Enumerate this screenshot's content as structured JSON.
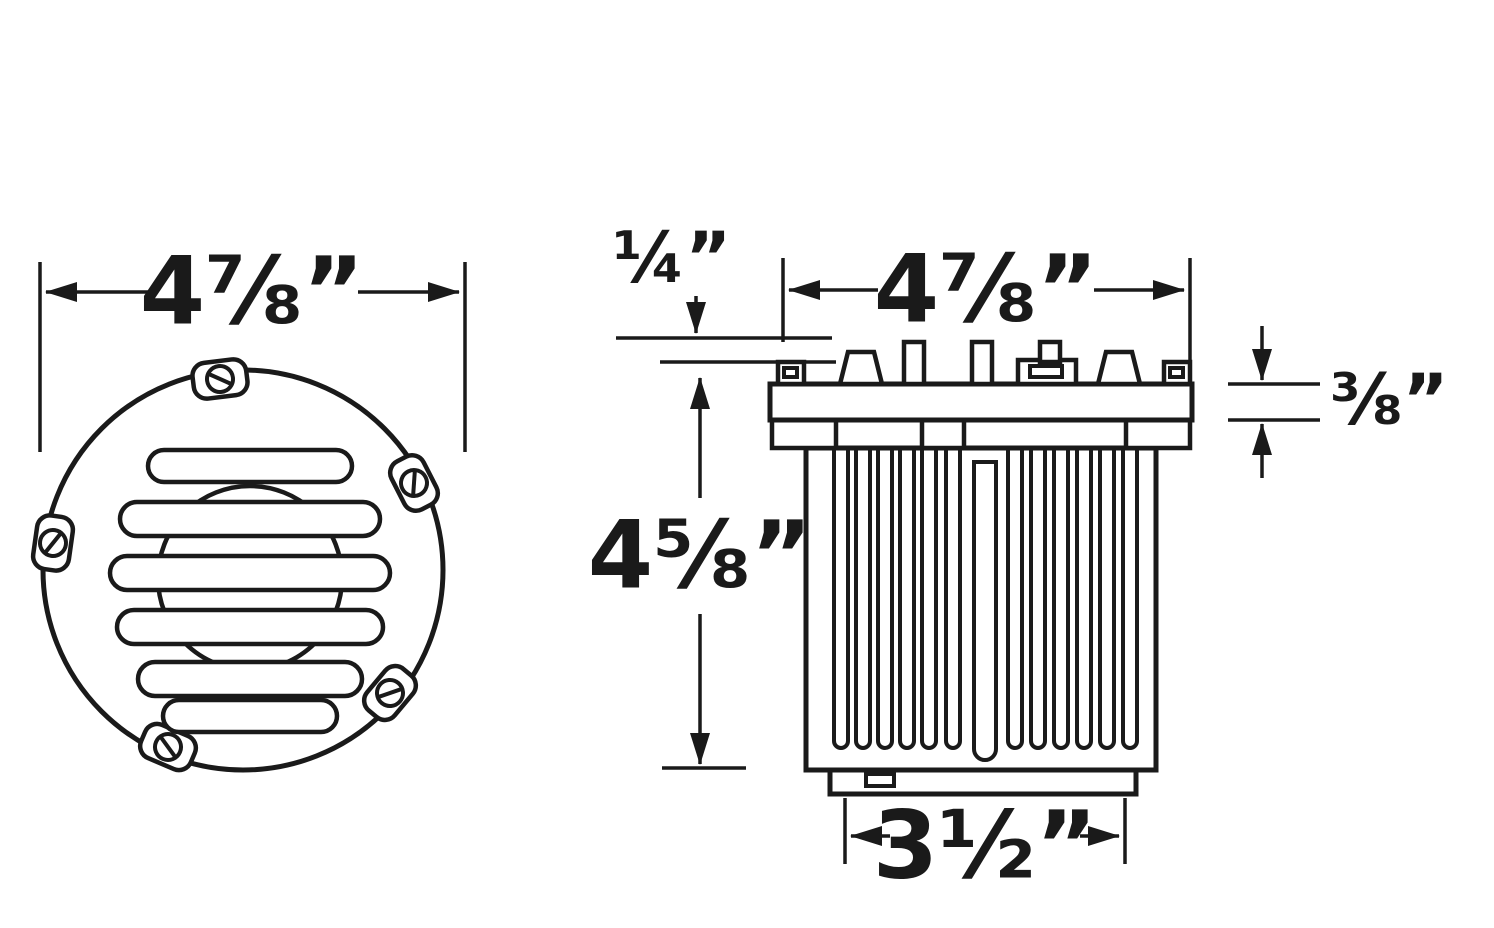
{
  "meta": {
    "drawing_name": "well-light-fixture-dimension-diagram",
    "views": {
      "front": "front-circular-view",
      "side": "side-elevation-view"
    }
  },
  "colors": {
    "line": "#1a1a1a",
    "background": "#ffffff"
  },
  "dimensions": {
    "front_width": "4⅞”",
    "top_offset": "¼”",
    "side_width": "4⅞”",
    "flange_thickness": "⅜”",
    "body_height": "4⅝”",
    "base_width": "3½”"
  }
}
